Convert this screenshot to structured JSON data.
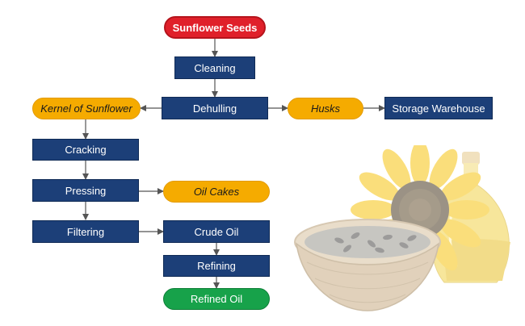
{
  "nodes": {
    "sunflower_seeds": "Sunflower Seeds",
    "cleaning": "Cleaning",
    "dehulling": "Dehulling",
    "kernel": "Kernel of Sunflower",
    "husks": "Husks",
    "storage": "Storage Warehouse",
    "cracking": "Cracking",
    "pressing": "Pressing",
    "oil_cakes": "Oil Cakes",
    "filtering": "Filtering",
    "crude_oil": "Crude Oil",
    "refining": "Refining",
    "refined_oil": "Refined Oil"
  },
  "colors": {
    "process_box": "#1c3f78",
    "byproduct": "#f5ab00",
    "start": "#e0202a",
    "end": "#17a24a",
    "arrow": "#555555"
  },
  "illustration": {
    "icon": "sunflower-oil-basket-illustration"
  }
}
